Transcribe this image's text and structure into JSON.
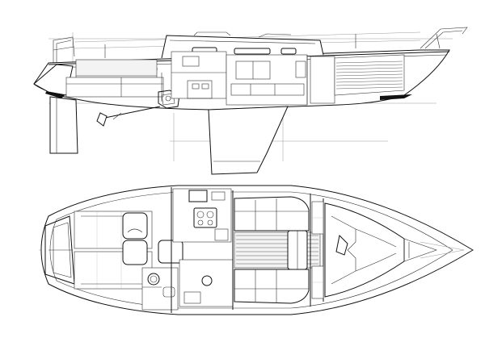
{
  "drawing": {
    "views": [
      {
        "id": "profile",
        "kind": "side-elevation"
      },
      {
        "id": "plan",
        "kind": "accommodation-plan"
      }
    ],
    "colors": {
      "line": "#111111",
      "faint": "#999999",
      "background": "#ffffff",
      "boot_stripe": "#111111"
    }
  }
}
